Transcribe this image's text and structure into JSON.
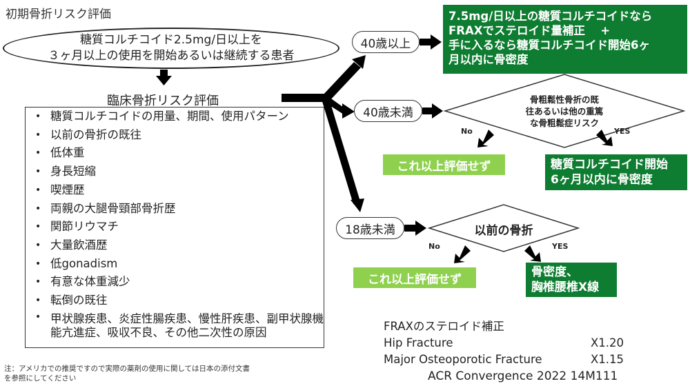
{
  "corner_title": "初期骨折リスク評価",
  "start": {
    "line1": "糖質コルチコイド2.5mg/日以上を",
    "line2": "３ヶ月以上の使用を開始あるいは継続する患者"
  },
  "assessment_heading": "臨床骨折リスク評価",
  "risk_factors": [
    "糖質コルチコイドの用量、期間、使用パターン",
    "以前の骨折の既往",
    "低体重",
    "身長短縮",
    "喫煙歴",
    "両親の大腿骨頸部骨折歴",
    "関節リウマチ",
    "大量飲酒歴",
    "低gonadism",
    "有意な体重減少",
    "転倒の既往",
    "甲状腺疾患、炎症性腸疾患、慢性肝疾患、副甲状腺機能亢進症、吸収不良、その他二次性の原因"
  ],
  "branch_40_over": {
    "label": "40歳以上",
    "result_line1": "7.5mg/日以上の糖質コルチコイドなら",
    "result_line2": "FRAXでステロイド量補正　 +",
    "result_line3": "手に入るなら糖質コルチコイド開始6ヶ",
    "result_line4": "月以内に骨密度"
  },
  "branch_40_under": {
    "label": "40歳未満",
    "decision_line1": "骨粗鬆性骨折の既",
    "decision_line2": "往あるいは他の重篤",
    "decision_line3": "な骨粗鬆症リスク",
    "no": "No",
    "yes": "YES",
    "no_result": "これ以上評価せず",
    "yes_line1": "糖質コルチコイド開始",
    "yes_line2": "6ヶ月以内に骨密度"
  },
  "branch_18_under": {
    "label": "18歳未満",
    "decision": "以前の骨折",
    "no": "No",
    "yes": "YES",
    "no_result": "これ以上評価せず",
    "yes_line1": "骨密度、",
    "yes_line2": "胸椎腰椎X線"
  },
  "frax": {
    "title": "FRAXのステロイド補正",
    "rows": [
      {
        "label": "Hip Fracture",
        "value": "X1.20"
      },
      {
        "label": "Major Osteoporotic Fracture",
        "value": "X1.15"
      }
    ]
  },
  "source": "ACR Convergence 2022 14M111",
  "footnote_line1": "注：アメリカでの推奨ですので実際の薬剤の使用に関しては日本の添付文書",
  "footnote_line2": "を参照にしてください",
  "colors": {
    "dark_green": "#0e7c31",
    "light_green": "#8fd14f",
    "line": "#000000"
  }
}
